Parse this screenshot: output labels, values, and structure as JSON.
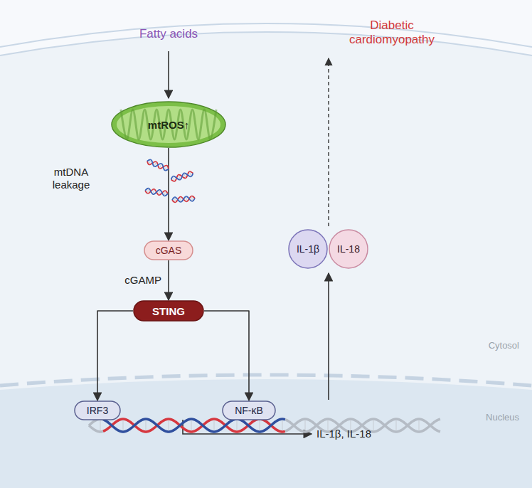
{
  "diagram": {
    "nodes": [
      {
        "text": [
          "mtROS↑"
        ]
      },
      {
        "text": [
          "cGAS"
        ]
      },
      {
        "text": [
          "STING"
        ]
      },
      {
        "text": [
          "IRF3"
        ]
      },
      {
        "text": [
          "NF-κB"
        ]
      },
      {
        "text": [
          "IL-1β"
        ]
      },
      {
        "text": [
          "IL-18"
        ]
      }
    ],
    "edges": [
      {
        "from": 0,
        "to": 1,
        "arrow": "to"
      },
      {
        "from": 1,
        "to": 2,
        "label": "cGAMP",
        "arrow": "to"
      },
      {
        "from": 2,
        "to": 3,
        "arrow": "to"
      },
      {
        "from": 2,
        "to": 4,
        "arrow": "to"
      }
    ],
    "labels": [
      "Fatty acids",
      "Diabetic cardiomyopathy",
      "mtDNA leakage",
      "Cytosol",
      "Nucleus",
      "IL-1β, IL-18"
    ]
  }
}
